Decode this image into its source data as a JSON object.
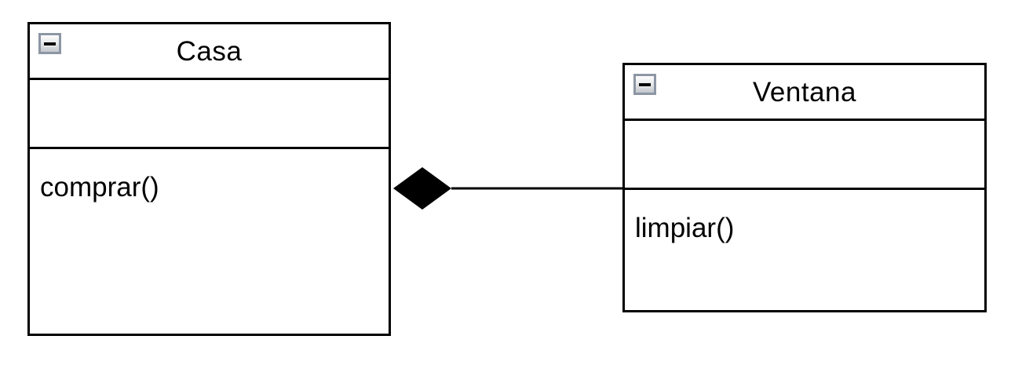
{
  "diagram": {
    "background_color": "#ffffff",
    "stroke_color": "#000000",
    "collapse_button": {
      "border_color": "#8d96a4",
      "state": "expanded",
      "glyph": "minus"
    },
    "classes": [
      {
        "name": "Casa",
        "attributes": [],
        "methods": [
          "comprar()"
        ]
      },
      {
        "name": "Ventana",
        "attributes": [],
        "methods": [
          "limpiar()"
        ]
      }
    ],
    "relationship": {
      "type": "composition",
      "diamond_style": "filled-black",
      "owner": "Casa",
      "part": "Ventana"
    }
  }
}
